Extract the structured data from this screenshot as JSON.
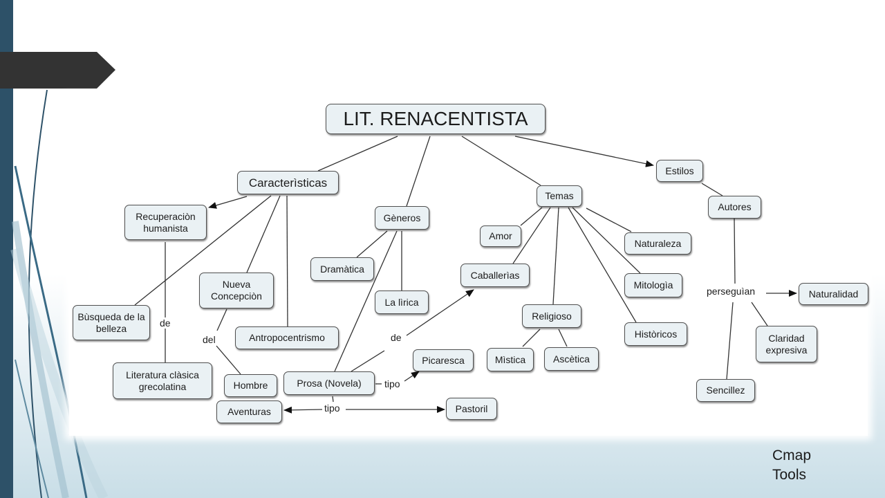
{
  "map": {
    "root": "LIT. RENACENTISTA",
    "nodes": {
      "caracteristicas": "Caracterìsticas",
      "generos": "Gèneros",
      "temas": "Temas",
      "estilos": "Estilos",
      "autores": "Autores",
      "recuperacion": "Recuperaciòn humanista",
      "busqueda": "Bùsqueda de la belleza",
      "nueva_concepcion": "Nueva Concepciòn",
      "antropocentrismo": "Antropocentrismo",
      "literatura_clasica": "Literatura clàsica grecolatina",
      "hombre": "Hombre",
      "dramatica": "Dramàtica",
      "lirica": "La lìrica",
      "prosa": "Prosa (Novela)",
      "picaresca": "Picaresca",
      "pastoril": "Pastoril",
      "aventuras": "Aventuras",
      "amor": "Amor",
      "caballerias": "Caballerìas",
      "religioso": "Religioso",
      "mistica": "Mìstica",
      "ascetica": "Ascètica",
      "naturaleza": "Naturaleza",
      "mitologia": "Mitologìa",
      "historicos": "Històricos",
      "naturalidad": "Naturalidad",
      "claridad": "Claridad expresiva",
      "sencillez": "Sencillez"
    },
    "links": {
      "de_1": "de",
      "del": "del",
      "de_2": "de",
      "tipo_1": "tipo",
      "tipo_2": "tipo",
      "perseguian": "perseguìan"
    }
  },
  "footer": {
    "line1": "Cmap",
    "line2": "Tools"
  }
}
